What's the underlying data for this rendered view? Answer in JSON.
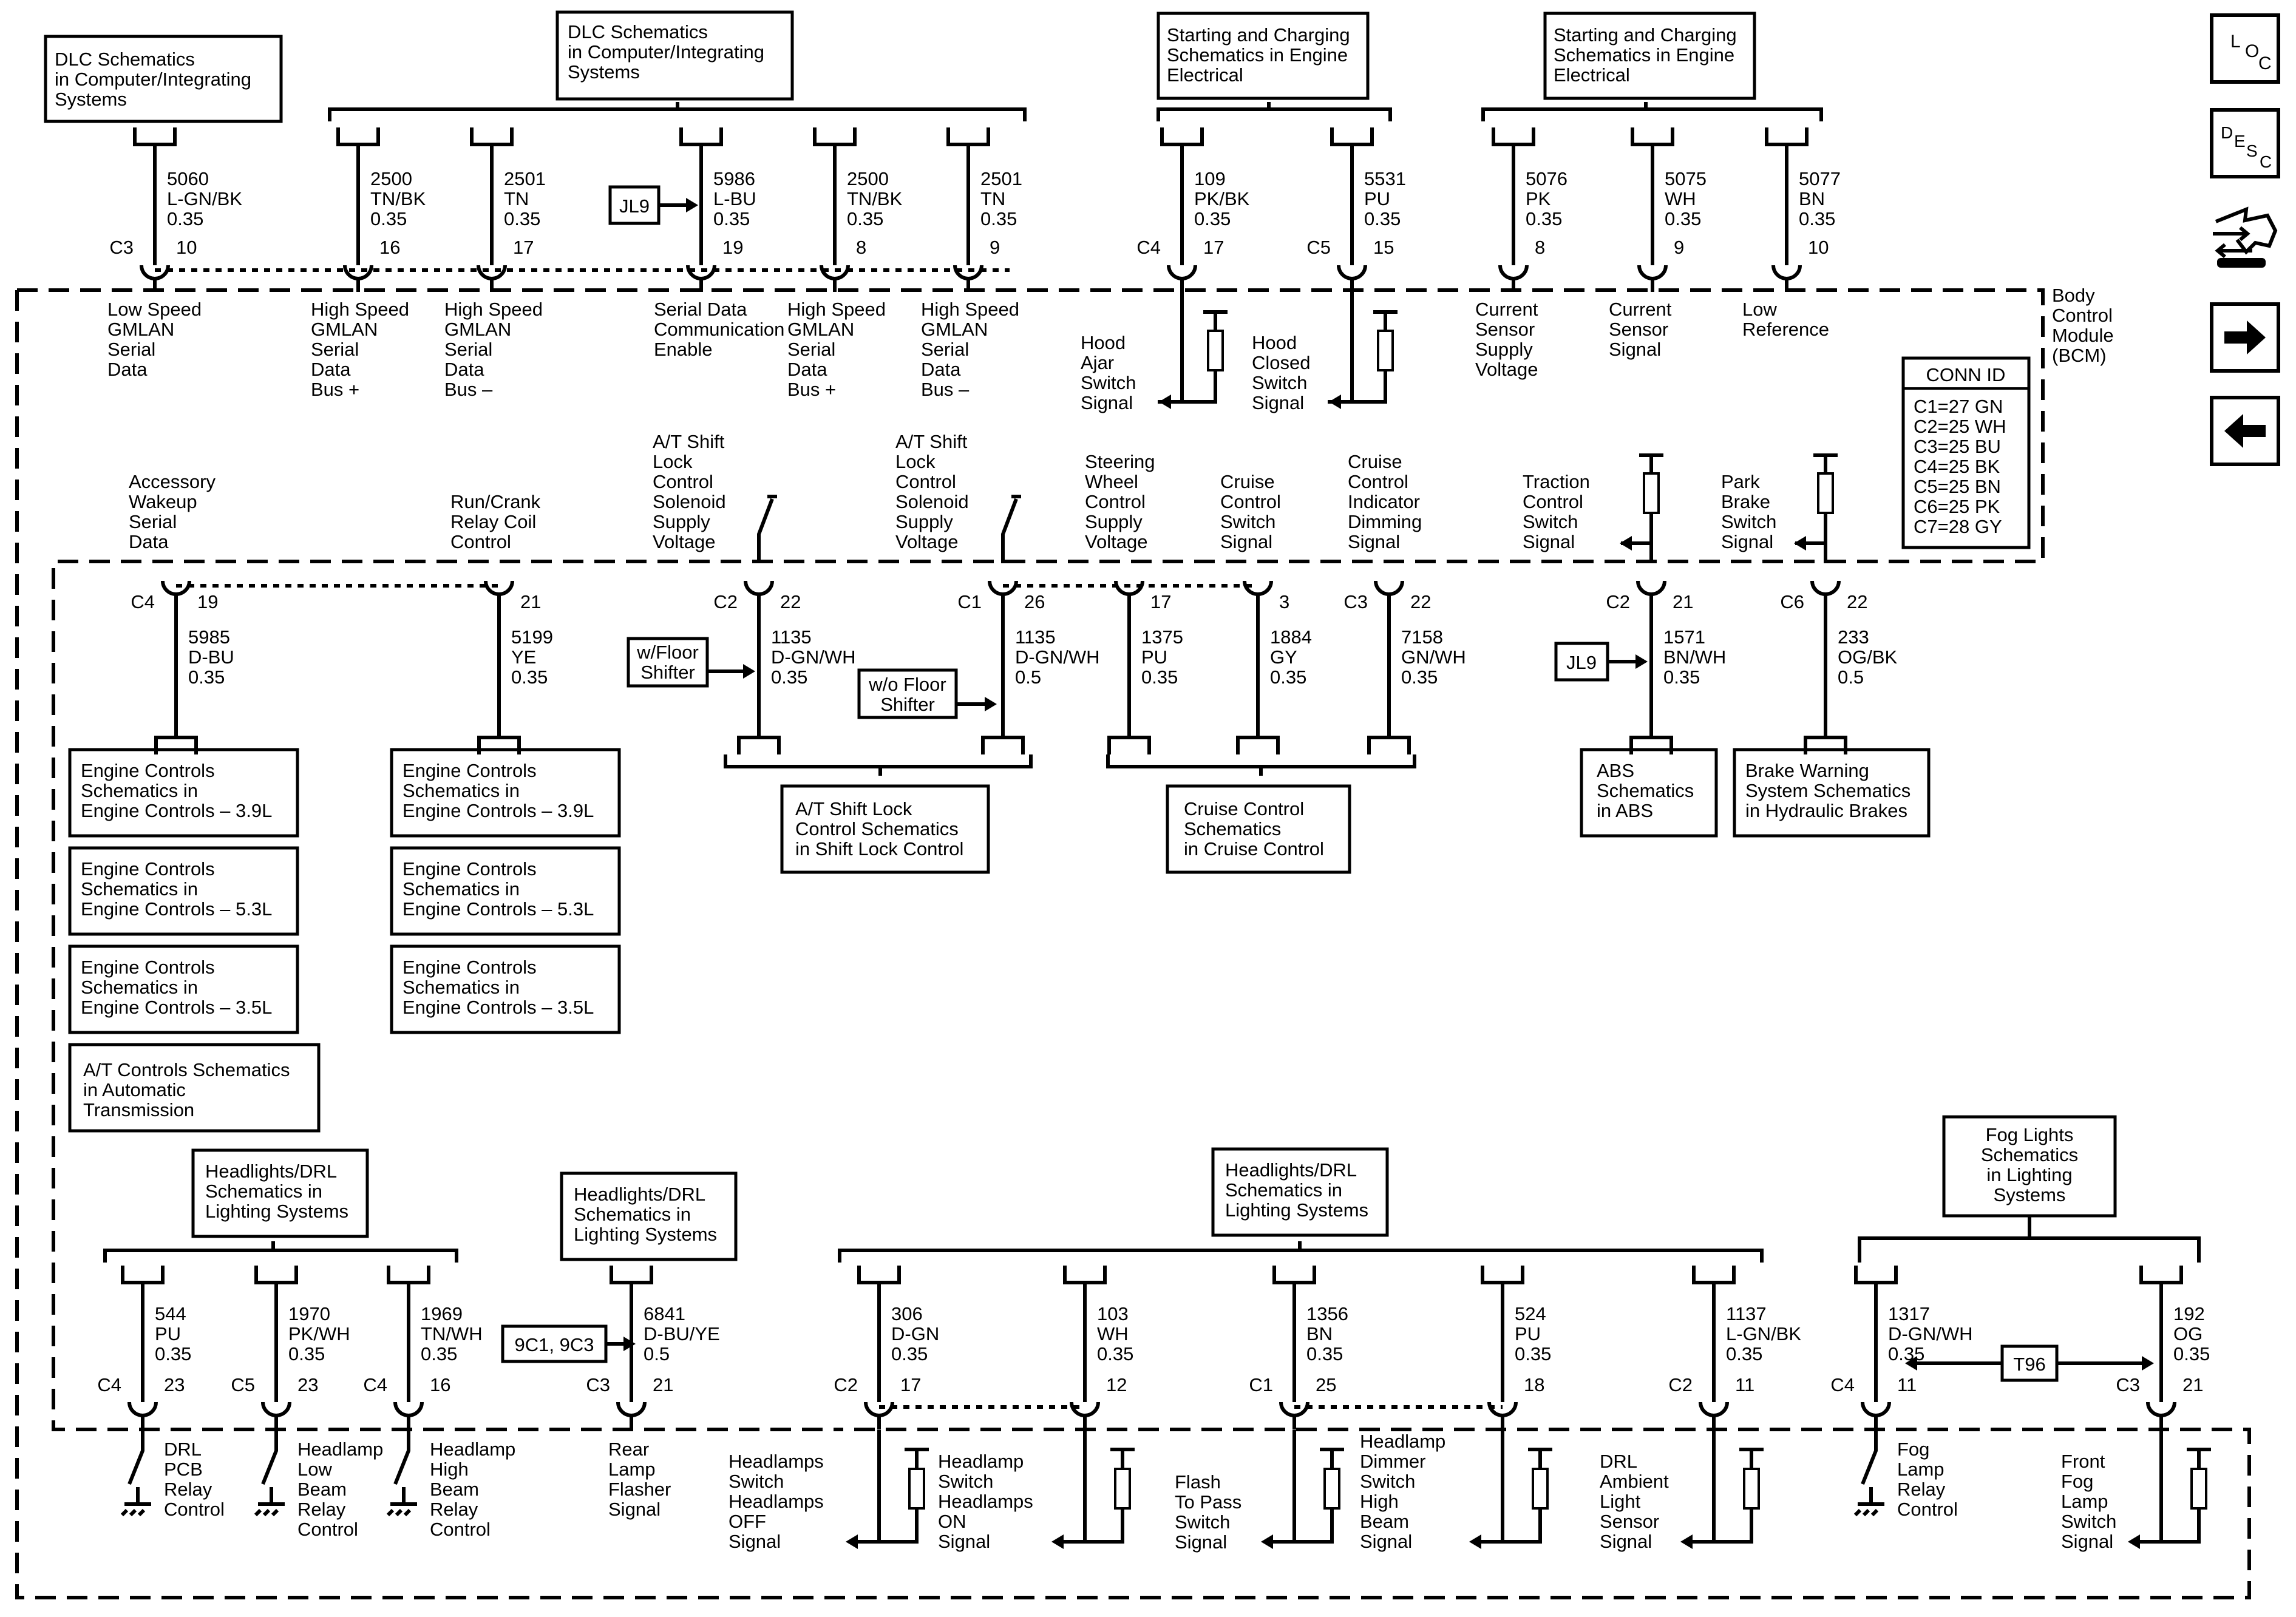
{
  "refs": {
    "dlc_left": [
      "DLC Schematics",
      "in Computer/Integrating",
      "Systems"
    ],
    "dlc_right": [
      "DLC Schematics",
      "in Computer/Integrating",
      "Systems"
    ],
    "start_left": [
      "Starting and Charging",
      "Schematics in Engine",
      "Electrical"
    ],
    "start_right": [
      "Starting and Charging",
      "Schematics in Engine",
      "Electrical"
    ],
    "engine_39": [
      "Engine Controls",
      "Schematics in",
      "Engine Controls – 3.9L"
    ],
    "engine_53": [
      "Engine Controls",
      "Schematics in",
      "Engine Controls – 5.3L"
    ],
    "engine_35": [
      "Engine Controls",
      "Schematics in",
      "Engine Controls – 3.5L"
    ],
    "at_controls": [
      "A/T Controls Schematics",
      "in Automatic",
      "Transmission"
    ],
    "shift_lock": [
      "A/T Shift Lock",
      "Control Schematics",
      "in Shift Lock Control"
    ],
    "cruise": [
      "Cruise Control",
      "Schematics",
      "in Cruise Control"
    ],
    "abs": [
      "ABS",
      "Schematics",
      "in ABS"
    ],
    "brake": [
      "Brake Warning",
      "System Schematics",
      "in Hydraulic Brakes"
    ],
    "headlights": [
      "Headlights/DRL",
      "Schematics in",
      "Lighting Systems"
    ],
    "fog": [
      "Fog Lights",
      "Schematics",
      "in Lighting",
      "Systems"
    ]
  },
  "module": {
    "name": [
      "Body",
      "Control",
      "Module",
      "(BCM)"
    ],
    "conn_id_title": "CONN ID",
    "conn_id": [
      "C1=27 GN",
      "C2=25 WH",
      "C3=25 BU",
      "C4=25 BK",
      "C5=25 BN",
      "C6=25 PK",
      "C7=28 GY"
    ]
  },
  "options": {
    "jl9": "JL9",
    "floor": [
      "w/Floor",
      "Shifter"
    ],
    "no_floor": [
      "w/o Floor",
      "Shifter"
    ],
    "code_9c1": "9C1, 9C3",
    "t96": "T96"
  },
  "top_circuits": [
    {
      "conn": "C3",
      "pin": "10",
      "circuit": "5060",
      "color": "L-GN/BK",
      "gauge": "0.35",
      "label": [
        "Low Speed",
        "GMLAN",
        "Serial",
        "Data"
      ]
    },
    {
      "conn": "",
      "pin": "16",
      "circuit": "2500",
      "color": "TN/BK",
      "gauge": "0.35",
      "label": [
        "High Speed",
        "GMLAN",
        "Serial",
        "Data",
        "Bus +"
      ]
    },
    {
      "conn": "",
      "pin": "17",
      "circuit": "2501",
      "color": "TN",
      "gauge": "0.35",
      "label": [
        "High Speed",
        "GMLAN",
        "Serial",
        "Data",
        "Bus –"
      ]
    },
    {
      "conn": "",
      "pin": "19",
      "circuit": "5986",
      "color": "L-BU",
      "gauge": "0.35",
      "label": [
        "Serial Data",
        "Communication",
        "Enable"
      ]
    },
    {
      "conn": "",
      "pin": "8",
      "circuit": "2500",
      "color": "TN/BK",
      "gauge": "0.35",
      "label": [
        "High Speed",
        "GMLAN",
        "Serial",
        "Data",
        "Bus +"
      ]
    },
    {
      "conn": "",
      "pin": "9",
      "circuit": "2501",
      "color": "TN",
      "gauge": "0.35",
      "label": [
        "High Speed",
        "GMLAN",
        "Serial",
        "Data",
        "Bus –"
      ]
    },
    {
      "conn": "C4",
      "pin": "17",
      "circuit": "109",
      "color": "PK/BK",
      "gauge": "0.35",
      "label": [
        "Hood",
        "Ajar",
        "Switch",
        "Signal"
      ]
    },
    {
      "conn": "C5",
      "pin": "15",
      "circuit": "5531",
      "color": "PU",
      "gauge": "0.35",
      "label": [
        "Hood",
        "Closed",
        "Switch",
        "Signal"
      ]
    },
    {
      "conn": "",
      "pin": "8",
      "circuit": "5076",
      "color": "PK",
      "gauge": "0.35",
      "label": [
        "Current",
        "Sensor",
        "Supply",
        "Voltage"
      ]
    },
    {
      "conn": "",
      "pin": "9",
      "circuit": "5075",
      "color": "WH",
      "gauge": "0.35",
      "label": [
        "Current",
        "Sensor",
        "Signal"
      ]
    },
    {
      "conn": "",
      "pin": "10",
      "circuit": "5077",
      "color": "BN",
      "gauge": "0.35",
      "label": [
        "Low",
        "Reference"
      ]
    }
  ],
  "mid_circuits": [
    {
      "conn": "C4",
      "pin": "19",
      "circuit": "5985",
      "color": "D-BU",
      "gauge": "0.35",
      "label": [
        "Accessory",
        "Wakeup",
        "Serial",
        "Data"
      ]
    },
    {
      "conn": "",
      "pin": "21",
      "circuit": "5199",
      "color": "YE",
      "gauge": "0.35",
      "label": [
        "Run/Crank",
        "Relay Coil",
        "Control"
      ]
    },
    {
      "conn": "C2",
      "pin": "22",
      "circuit": "1135",
      "color": "D-GN/WH",
      "gauge": "0.35",
      "label": [
        "A/T Shift",
        "Lock",
        "Control",
        "Solenoid",
        "Supply",
        "Voltage"
      ]
    },
    {
      "conn": "C1",
      "pin": "26",
      "circuit": "1135",
      "color": "D-GN/WH",
      "gauge": "0.5",
      "label": [
        "A/T Shift",
        "Lock",
        "Control",
        "Solenoid",
        "Supply",
        "Voltage"
      ]
    },
    {
      "conn": "",
      "pin": "17",
      "circuit": "1375",
      "color": "PU",
      "gauge": "0.35",
      "label": [
        "Steering",
        "Wheel",
        "Control",
        "Supply",
        "Voltage"
      ]
    },
    {
      "conn": "",
      "pin": "3",
      "circuit": "1884",
      "color": "GY",
      "gauge": "0.35",
      "label": [
        "Cruise",
        "Control",
        "Switch",
        "Signal"
      ]
    },
    {
      "conn": "C3",
      "pin": "22",
      "circuit": "7158",
      "color": "GN/WH",
      "gauge": "0.35",
      "label": [
        "Cruise",
        "Control",
        "Indicator",
        "Dimming",
        "Signal"
      ]
    },
    {
      "conn": "C2",
      "pin": "21",
      "circuit": "1571",
      "color": "BN/WH",
      "gauge": "0.35",
      "label": [
        "Traction",
        "Control",
        "Switch",
        "Signal"
      ]
    },
    {
      "conn": "C6",
      "pin": "22",
      "circuit": "233",
      "color": "OG/BK",
      "gauge": "0.5",
      "label": [
        "Park",
        "Brake",
        "Switch",
        "Signal"
      ]
    }
  ],
  "bottom_circuits": [
    {
      "conn": "C4",
      "pin": "23",
      "circuit": "544",
      "color": "PU",
      "gauge": "0.35",
      "label": [
        "DRL",
        "PCB",
        "Relay",
        "Control"
      ]
    },
    {
      "conn": "C5",
      "pin": "23",
      "circuit": "1970",
      "color": "PK/WH",
      "gauge": "0.35",
      "label": [
        "Headlamp",
        "Low",
        "Beam",
        "Relay",
        "Control"
      ]
    },
    {
      "conn": "C4",
      "pin": "16",
      "circuit": "1969",
      "color": "TN/WH",
      "gauge": "0.35",
      "label": [
        "Headlamp",
        "High",
        "Beam",
        "Relay",
        "Control"
      ]
    },
    {
      "conn": "C3",
      "pin": "21",
      "circuit": "6841",
      "color": "D-BU/YE",
      "gauge": "0.5",
      "label": [
        "Rear",
        "Lamp",
        "Flasher",
        "Signal"
      ]
    },
    {
      "conn": "C2",
      "pin": "17",
      "circuit": "306",
      "color": "D-GN",
      "gauge": "0.35",
      "label": [
        "Headlamps",
        "Switch",
        "Headlamps",
        "OFF",
        "Signal"
      ]
    },
    {
      "conn": "",
      "pin": "12",
      "circuit": "103",
      "color": "WH",
      "gauge": "0.35",
      "label": [
        "Headlamp",
        "Switch",
        "Headlamps",
        "ON",
        "Signal"
      ]
    },
    {
      "conn": "C1",
      "pin": "25",
      "circuit": "1356",
      "color": "BN",
      "gauge": "0.35",
      "label": [
        "Flash",
        "To Pass",
        "Switch",
        "Signal"
      ]
    },
    {
      "conn": "",
      "pin": "18",
      "circuit": "524",
      "color": "PU",
      "gauge": "0.35",
      "label": [
        "Headlamp",
        "Dimmer",
        "Switch",
        "High",
        "Beam",
        "Signal"
      ]
    },
    {
      "conn": "C2",
      "pin": "11",
      "circuit": "1137",
      "color": "L-GN/BK",
      "gauge": "0.35",
      "label": [
        "DRL",
        "Ambient",
        "Light",
        "Sensor",
        "Signal"
      ]
    },
    {
      "conn": "C4",
      "pin": "11",
      "circuit": "1317",
      "color": "D-GN/WH",
      "gauge": "0.35",
      "label": [
        "Fog",
        "Lamp",
        "Relay",
        "Control"
      ]
    },
    {
      "conn": "C3",
      "pin": "21",
      "circuit": "192",
      "color": "OG",
      "gauge": "0.35",
      "label": [
        "Front",
        "Fog",
        "Lamp",
        "Switch",
        "Signal"
      ]
    }
  ],
  "nav": {
    "loc": [
      "L",
      "O",
      "C"
    ],
    "desc": [
      "D",
      "E",
      "S",
      "C"
    ],
    "icons": [
      "component-locator-icon",
      "description-icon",
      "diagnostic-tools-icon",
      "next-page-icon",
      "previous-page-icon"
    ]
  }
}
